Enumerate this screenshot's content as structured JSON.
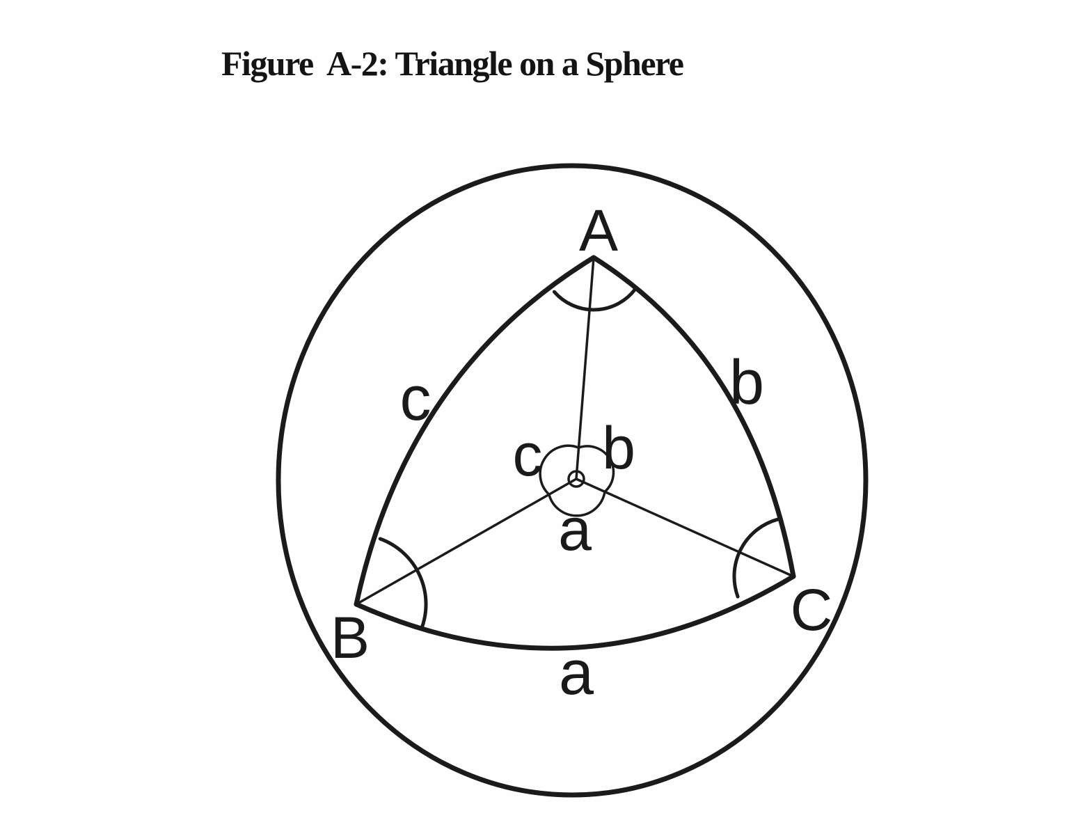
{
  "figure": {
    "title": "Figure  A-2: Triangle on a Sphere"
  },
  "diagram": {
    "vertices": {
      "top": "A",
      "bottom_left": "B",
      "bottom_right": "C"
    },
    "sides": {
      "left": "c",
      "right": "b",
      "bottom": "a"
    },
    "center_angles": {
      "left": "c",
      "right": "b",
      "bottom": "a"
    }
  }
}
